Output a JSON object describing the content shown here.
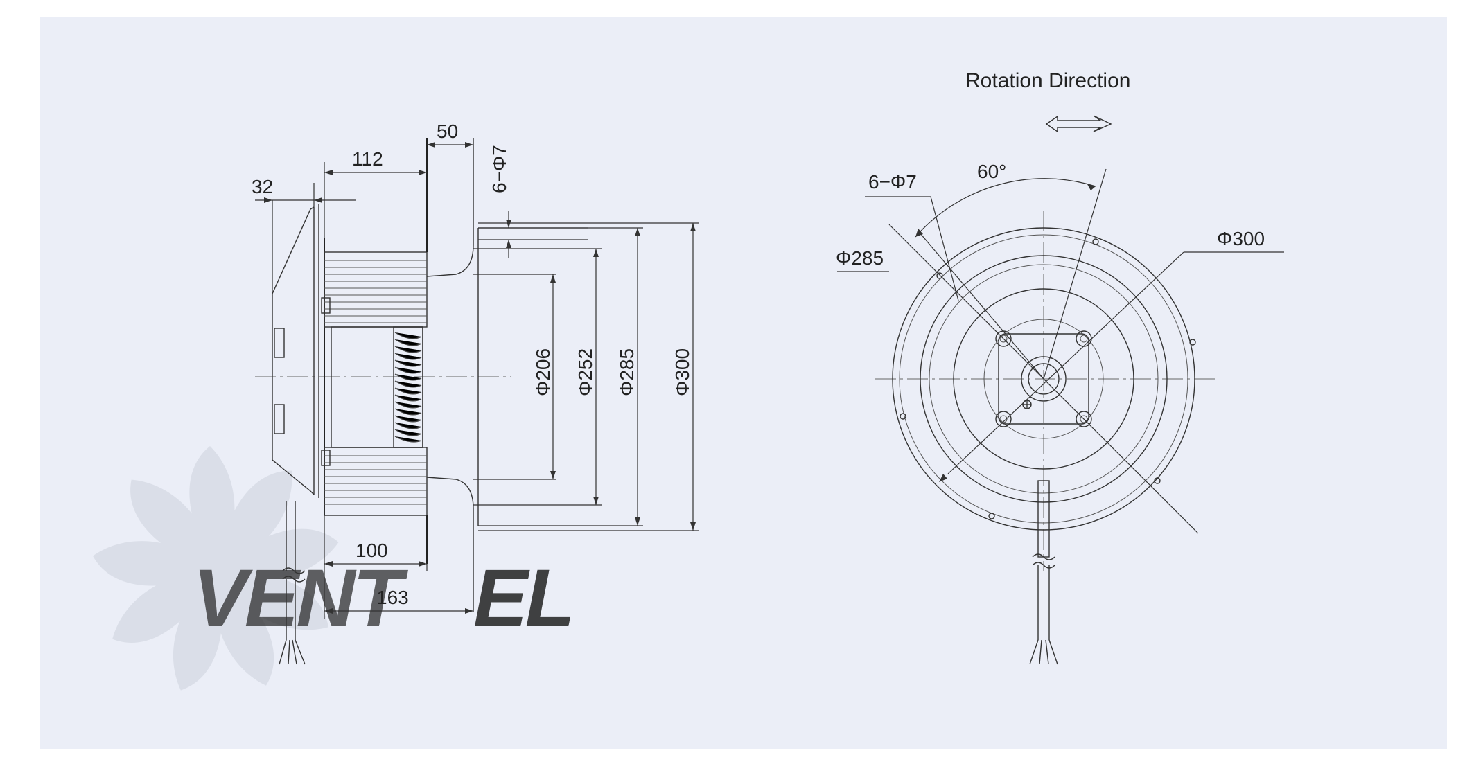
{
  "title": "Rotation  Direction",
  "side_view": {
    "dim_32": "32",
    "dim_112": "112",
    "dim_50": "50",
    "dim_6phi7": "6−Φ7",
    "dim_phi206": "Φ206",
    "dim_phi252": "Φ252",
    "dim_phi285": "Φ285",
    "dim_phi300": "Φ300",
    "dim_100": "100",
    "dim_163": "163"
  },
  "front_view": {
    "dim_6phi7": "6−Φ7",
    "angle_60": "60°",
    "dim_phi285": "Φ285",
    "dim_phi300": "Φ300"
  },
  "watermark": {
    "part_gray": "VENT",
    "part_blue": "EL",
    "gray_color": "#9aa0ad",
    "blue_color": "#a9c6e8"
  },
  "colors": {
    "panel": "#ebeef7",
    "line": "#333333"
  }
}
